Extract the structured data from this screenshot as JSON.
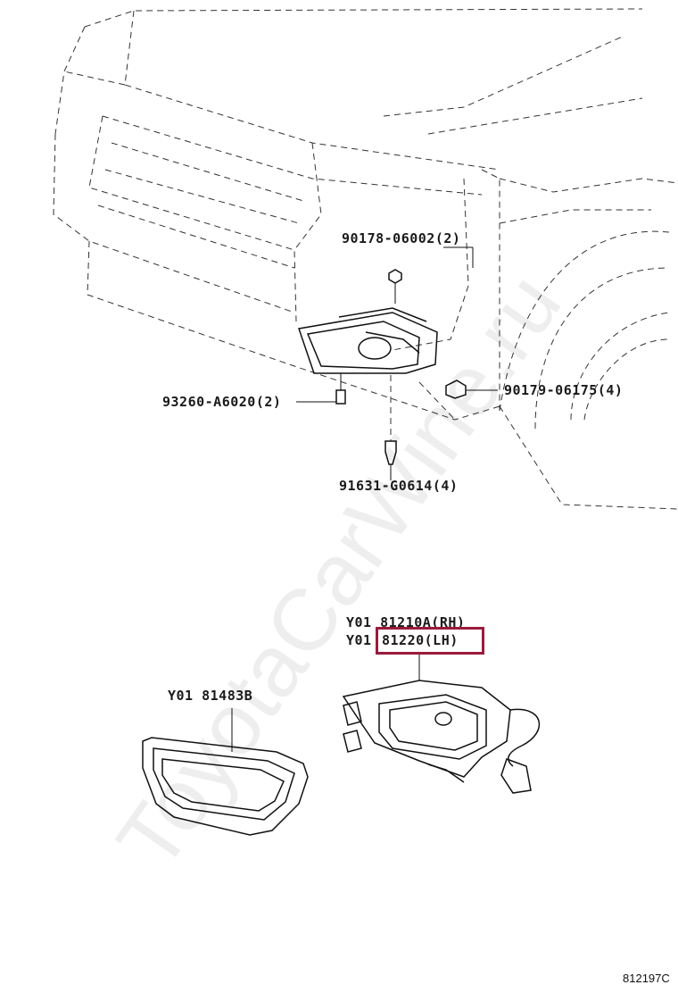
{
  "watermark": "ToyotaCarWine.ru",
  "figure_code": "812197C",
  "callouts": {
    "nut_upper": "90178-06002(2)",
    "screw_left": "93260-A6020(2)",
    "clip_right": "90179-06175(4)",
    "bolt_lower": "91631-G0614(4)",
    "lamp_rh": "Y01 81210A(RH)",
    "lamp_lh_prefix": "Y01 ",
    "lamp_lh": "81220(LH)",
    "cover": "Y01 81483B"
  },
  "colors": {
    "line": "#1a1a1a",
    "highlight": "#9b1b3d"
  }
}
